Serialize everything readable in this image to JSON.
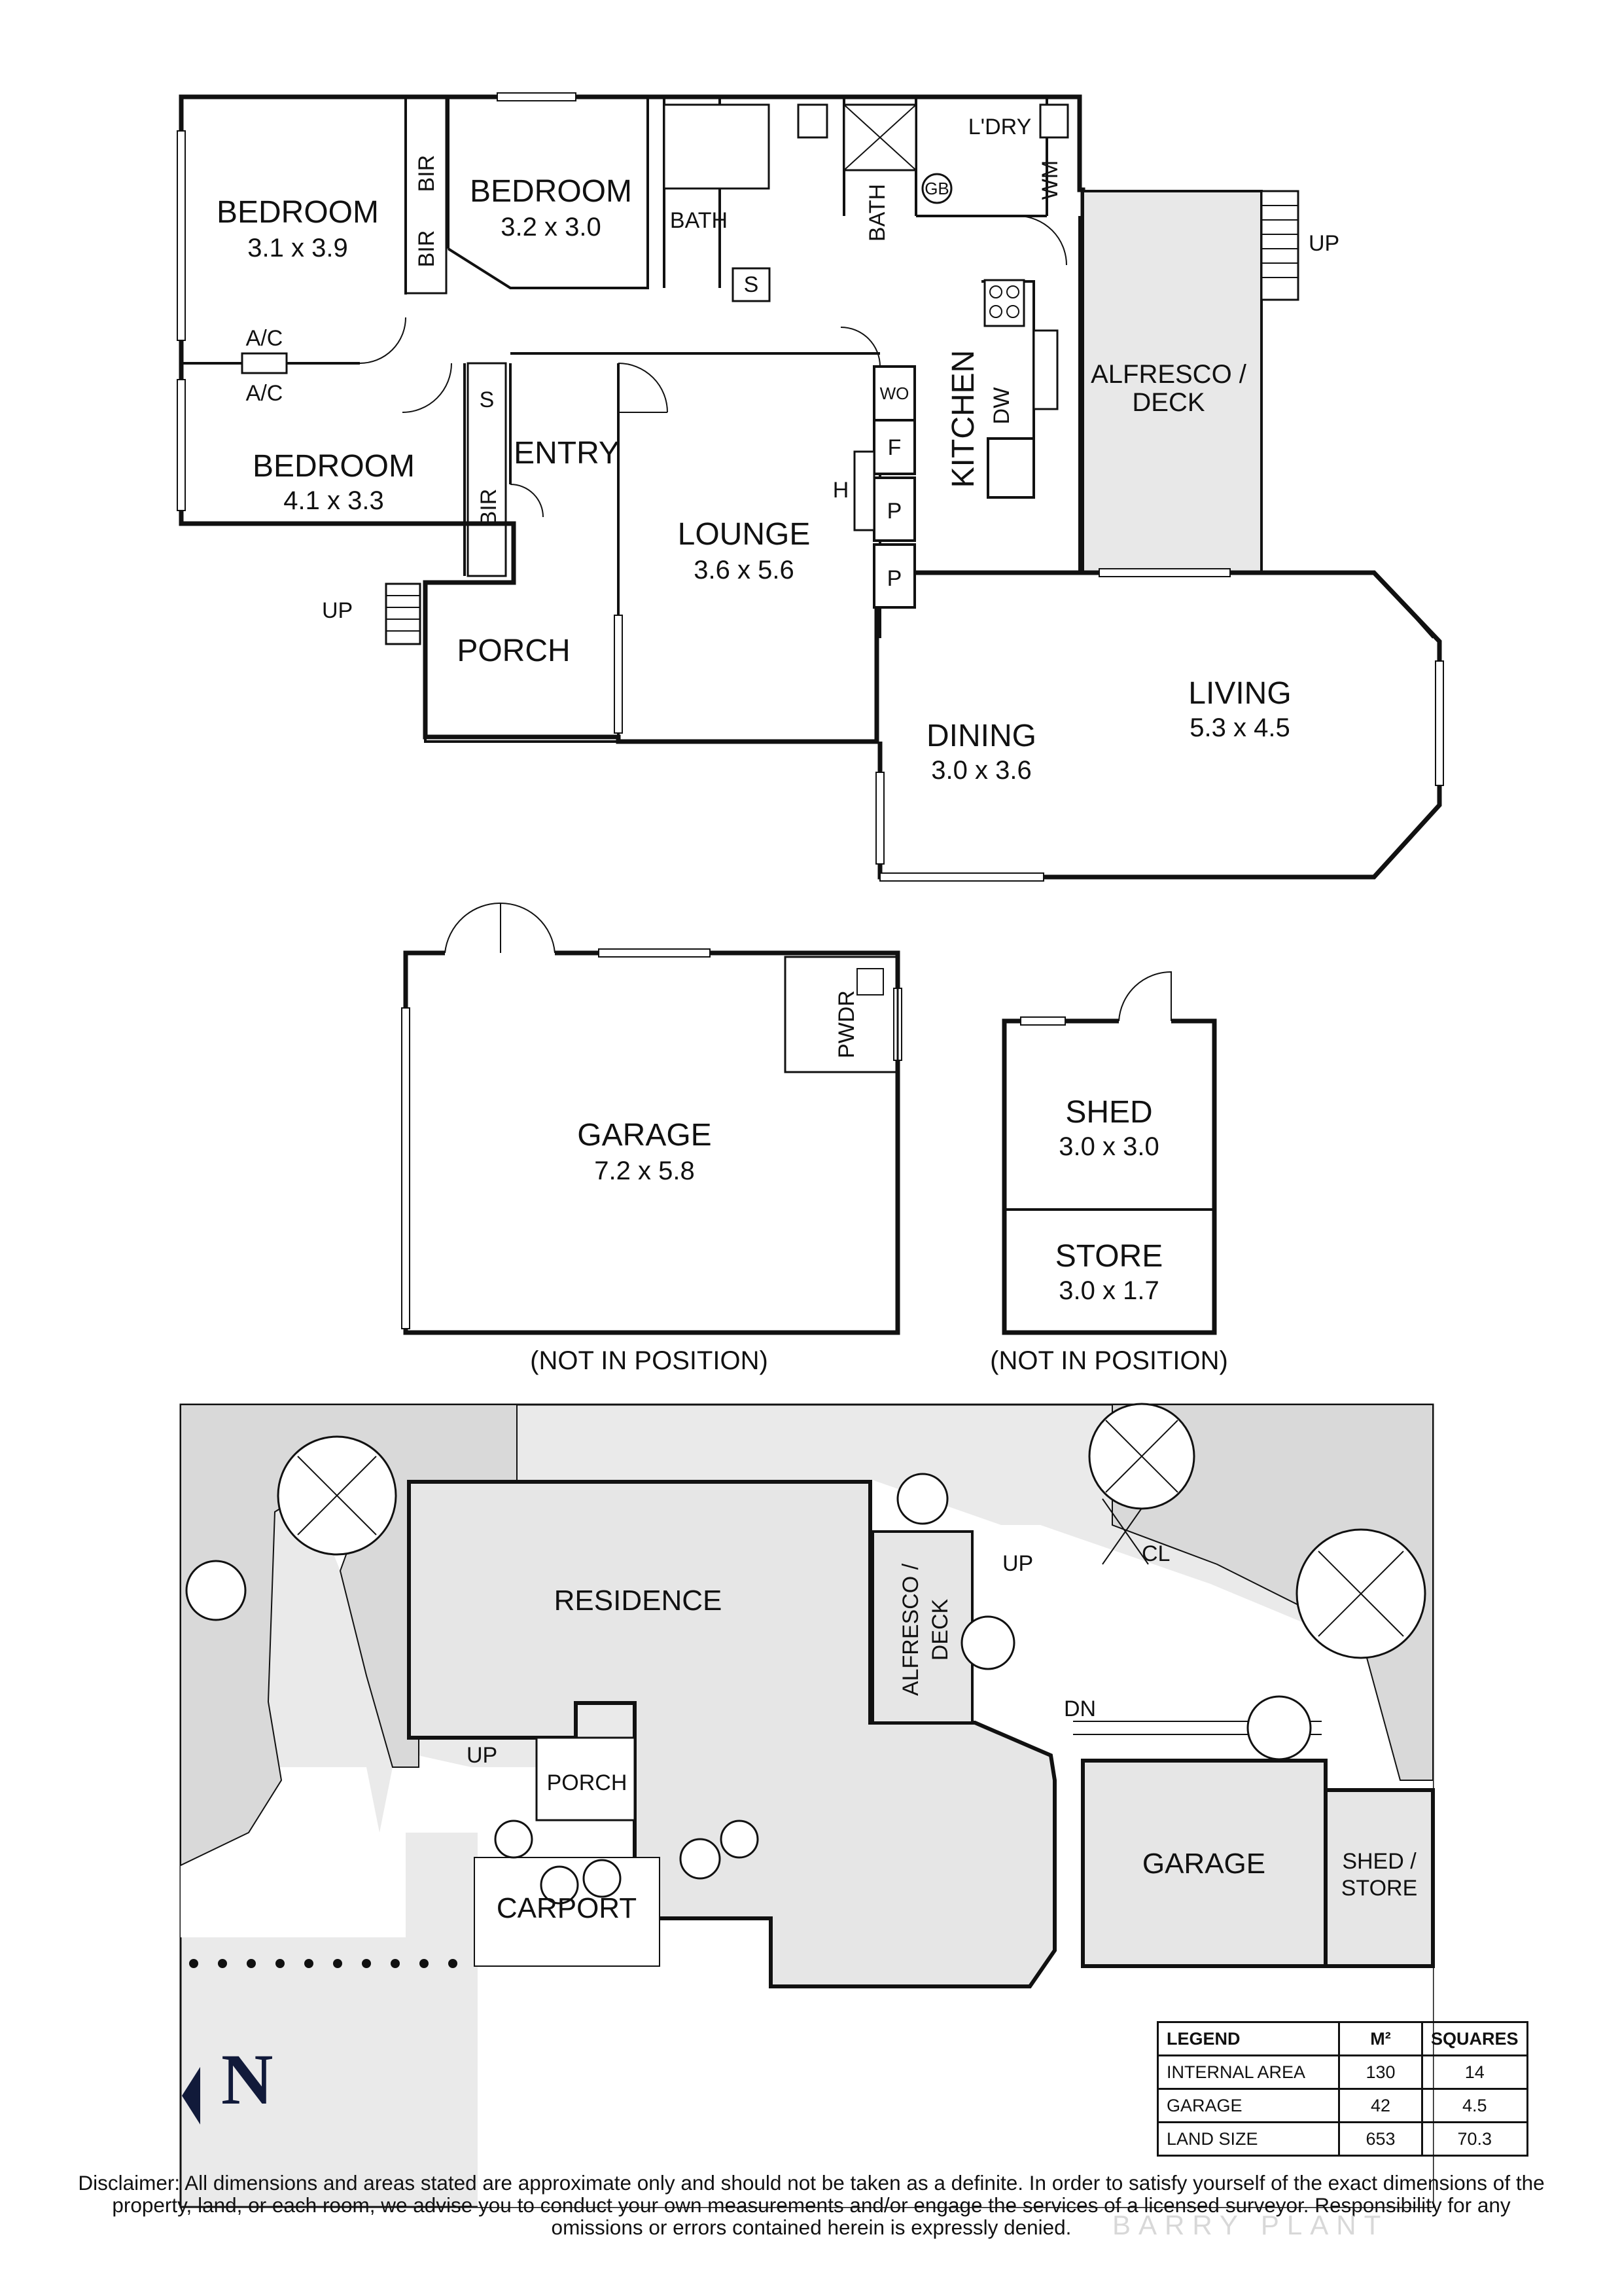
{
  "floor_plan": {
    "rooms": [
      {
        "name": "BEDROOM",
        "size": "3.1 x 3.9"
      },
      {
        "name": "BEDROOM",
        "size": "3.2 x 3.0"
      },
      {
        "name": "BEDROOM",
        "size": "4.1 x 3.3"
      },
      {
        "name": "LOUNGE",
        "size": "3.6 x 5.6"
      },
      {
        "name": "DINING",
        "size": "3.0 x 3.6"
      },
      {
        "name": "LIVING",
        "size": "5.3 x 4.5"
      }
    ],
    "labels": {
      "bir": "BIR",
      "bath": "BATH",
      "s": "S",
      "gb": "GB",
      "ldry": "L'DRY",
      "wm": "WM",
      "up": "UP",
      "alfresco": "ALFRESCO /",
      "deck": "DECK",
      "ac": "A/C",
      "entry": "ENTRY",
      "porch": "PORCH",
      "wo": "WO",
      "f": "F",
      "p": "P",
      "h": "H",
      "kitchen": "KITCHEN",
      "dw": "DW"
    }
  },
  "garage_plan": {
    "garage": {
      "name": "GARAGE",
      "size": "7.2 x 5.8"
    },
    "pwdr": "PWDR",
    "note": "(NOT IN POSITION)"
  },
  "shed_plan": {
    "shed": {
      "name": "SHED",
      "size": "3.0 x 3.0"
    },
    "store": {
      "name": "STORE",
      "size": "3.0 x 1.7"
    },
    "note": "(NOT IN POSITION)"
  },
  "site_plan": {
    "residence": "RESIDENCE",
    "alfresco": "ALFRESCO /",
    "deck": "DECK",
    "up": "UP",
    "cl": "CL",
    "dn": "DN",
    "porch": "PORCH",
    "carport": "CARPORT",
    "garage": "GARAGE",
    "shed": "SHED /",
    "store": "STORE"
  },
  "compass": {
    "letter": "N"
  },
  "legend": {
    "headers": [
      "LEGEND",
      "M²",
      "SQUARES"
    ],
    "rows": [
      {
        "label": "INTERNAL AREA",
        "m2": "130",
        "squares": "14"
      },
      {
        "label": "GARAGE",
        "m2": "42",
        "squares": "4.5"
      },
      {
        "label": "LAND SIZE",
        "m2": "653",
        "squares": "70.3"
      }
    ]
  },
  "disclaimer": "Disclaimer: All dimensions and areas stated are approximate only and should not be taken as a definite. In order to satisfy yourself of the exact dimensions of the property, land, or each room, we advise you to conduct your own measurements and/or engage the services of a licensed surveyor. Responsibility for any omissions or errors contained herein is expressly denied.",
  "watermark": "BARRY PLANT"
}
